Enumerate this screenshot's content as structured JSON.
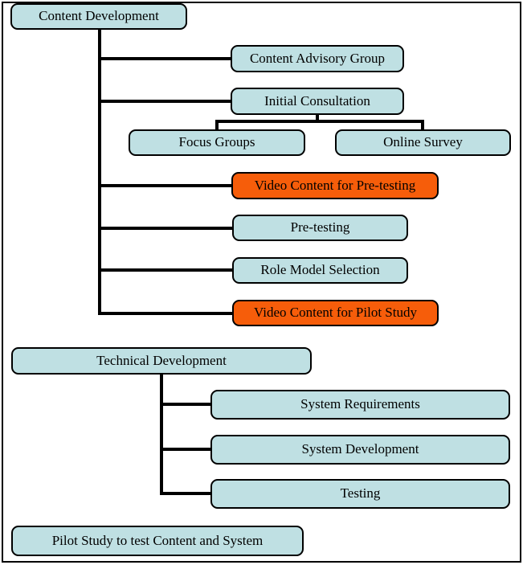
{
  "diagram": {
    "colors": {
      "box_fill": "#bfe0e3",
      "highlight_fill": "#f65d0a",
      "border": "#000000",
      "line": "#000000",
      "background": "#ffffff"
    },
    "nodes": {
      "content_development": {
        "label": "Content Development"
      },
      "content_advisory_group": {
        "label": "Content Advisory Group"
      },
      "initial_consultation": {
        "label": "Initial Consultation"
      },
      "focus_groups": {
        "label": "Focus Groups"
      },
      "online_survey": {
        "label": "Online Survey"
      },
      "video_content_pretesting": {
        "label": "Video Content for Pre-testing"
      },
      "pre_testing": {
        "label": "Pre-testing"
      },
      "role_model_selection": {
        "label": "Role Model Selection"
      },
      "video_content_pilot_study": {
        "label": "Video Content for Pilot Study"
      },
      "technical_development": {
        "label": "Technical Development"
      },
      "system_requirements": {
        "label": "System Requirements"
      },
      "system_development": {
        "label": "System Development"
      },
      "testing": {
        "label": "Testing"
      },
      "pilot_study": {
        "label": "Pilot Study to test Content and System"
      }
    }
  }
}
